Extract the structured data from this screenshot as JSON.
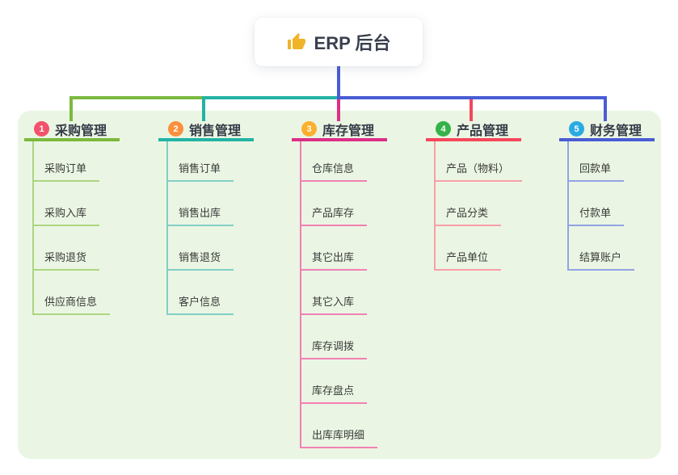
{
  "root": {
    "icon": "thumbs-up-icon",
    "label": "ERP 后台"
  },
  "colors": {
    "page_bg": "#ffffff",
    "panel_bg": "#eaf6e3",
    "root_line": "#4a5cd4",
    "title_text": "#353b48",
    "child_text": "#3a3a3a",
    "thumb_icon": "#f0b429"
  },
  "branches": [
    {
      "num": "1",
      "title": "采购管理",
      "badge_color": "#f4516c",
      "line_color": "#7cb93e",
      "child_line_color": "#aed581",
      "children": [
        {
          "label": "采购订单"
        },
        {
          "label": "采购入库"
        },
        {
          "label": "采购退货"
        },
        {
          "label": "供应商信息"
        }
      ]
    },
    {
      "num": "2",
      "title": "销售管理",
      "badge_color": "#fb8f3d",
      "line_color": "#23b3a4",
      "child_line_color": "#82cfc6",
      "children": [
        {
          "label": "销售订单"
        },
        {
          "label": "销售出库"
        },
        {
          "label": "销售退货"
        },
        {
          "label": "客户信息"
        }
      ]
    },
    {
      "num": "3",
      "title": "库存管理",
      "badge_color": "#fcaf2f",
      "line_color": "#dc2f87",
      "child_line_color": "#f280b4",
      "children": [
        {
          "label": "仓库信息"
        },
        {
          "label": "产品库存"
        },
        {
          "label": "其它出库"
        },
        {
          "label": "其它入库"
        },
        {
          "label": "库存调拨"
        },
        {
          "label": "库存盘点"
        },
        {
          "label": "出库库明细"
        }
      ]
    },
    {
      "num": "4",
      "title": "产品管理",
      "badge_color": "#35b34a",
      "line_color": "#f4475b",
      "child_line_color": "#f79fa8",
      "children": [
        {
          "label": "产品（物料）"
        },
        {
          "label": "产品分类"
        },
        {
          "label": "产品单位"
        }
      ]
    },
    {
      "num": "5",
      "title": "财务管理",
      "badge_color": "#29abe2",
      "line_color": "#4a5cd4",
      "child_line_color": "#92a3e4",
      "children": [
        {
          "label": "回款单"
        },
        {
          "label": "付款单"
        },
        {
          "label": "结算账户"
        }
      ]
    }
  ]
}
